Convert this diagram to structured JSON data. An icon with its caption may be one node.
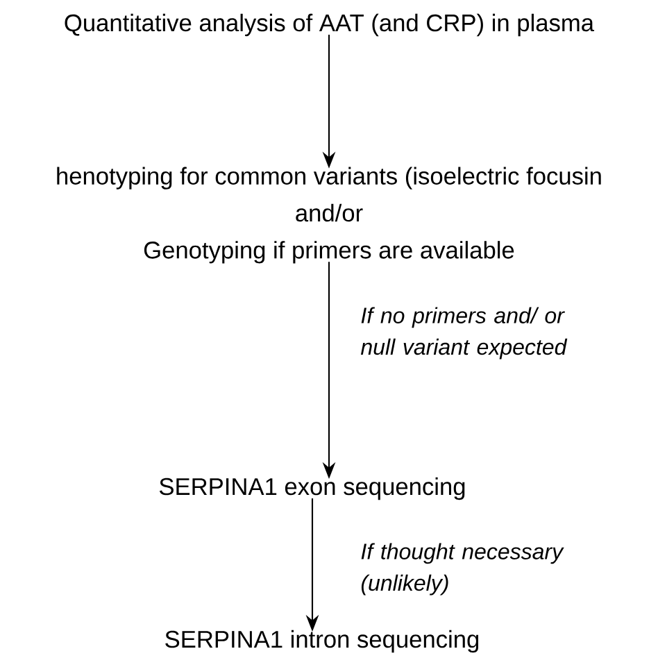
{
  "diagram": {
    "nodes": [
      {
        "text": [
          "Quantitative analysis of AAT (and CRP) in plasma"
        ]
      },
      {
        "text": [
          "henotyping for common variants (isoelectric focusin",
          "and/or",
          "Genotyping if primers are available"
        ]
      },
      {
        "text": [
          "SERPINA1 exon sequencing"
        ]
      },
      {
        "text": [
          "SERPINA1 intron sequencing"
        ]
      }
    ],
    "edges": [
      {
        "from": 0,
        "to": 1,
        "arrow": "to"
      },
      {
        "from": 1,
        "to": 2,
        "arrow": "to",
        "label": "If no primers and/ or null variant expected"
      },
      {
        "from": 2,
        "to": 3,
        "arrow": "to",
        "label": "If thought necessary (unlikely)"
      }
    ]
  }
}
